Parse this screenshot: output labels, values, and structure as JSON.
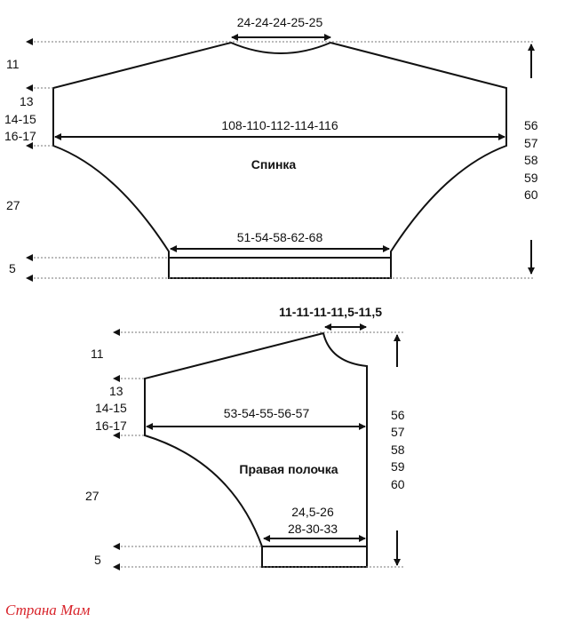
{
  "back": {
    "title": "Спинка",
    "neck_width": "24-24-24-25-25",
    "chest_width": "108-110-112-114-116",
    "hem_width": "51-54-58-62-68",
    "left_heights": [
      "11",
      "13",
      "14-15",
      "16-17",
      "27",
      "5"
    ],
    "total_lengths": [
      "56",
      "57",
      "58",
      "59",
      "60"
    ]
  },
  "front": {
    "title": "Правая полочка",
    "neck_width": "11-11-11-11,5-11,5",
    "chest_width": "53-54-55-56-57",
    "hem_width_line1": "24,5-26",
    "hem_width_line2": "28-30-33",
    "left_heights": [
      "11",
      "13",
      "14-15",
      "16-17",
      "27",
      "5"
    ],
    "total_lengths": [
      "56",
      "57",
      "58",
      "59",
      "60"
    ]
  },
  "watermark": "Страна Мам"
}
